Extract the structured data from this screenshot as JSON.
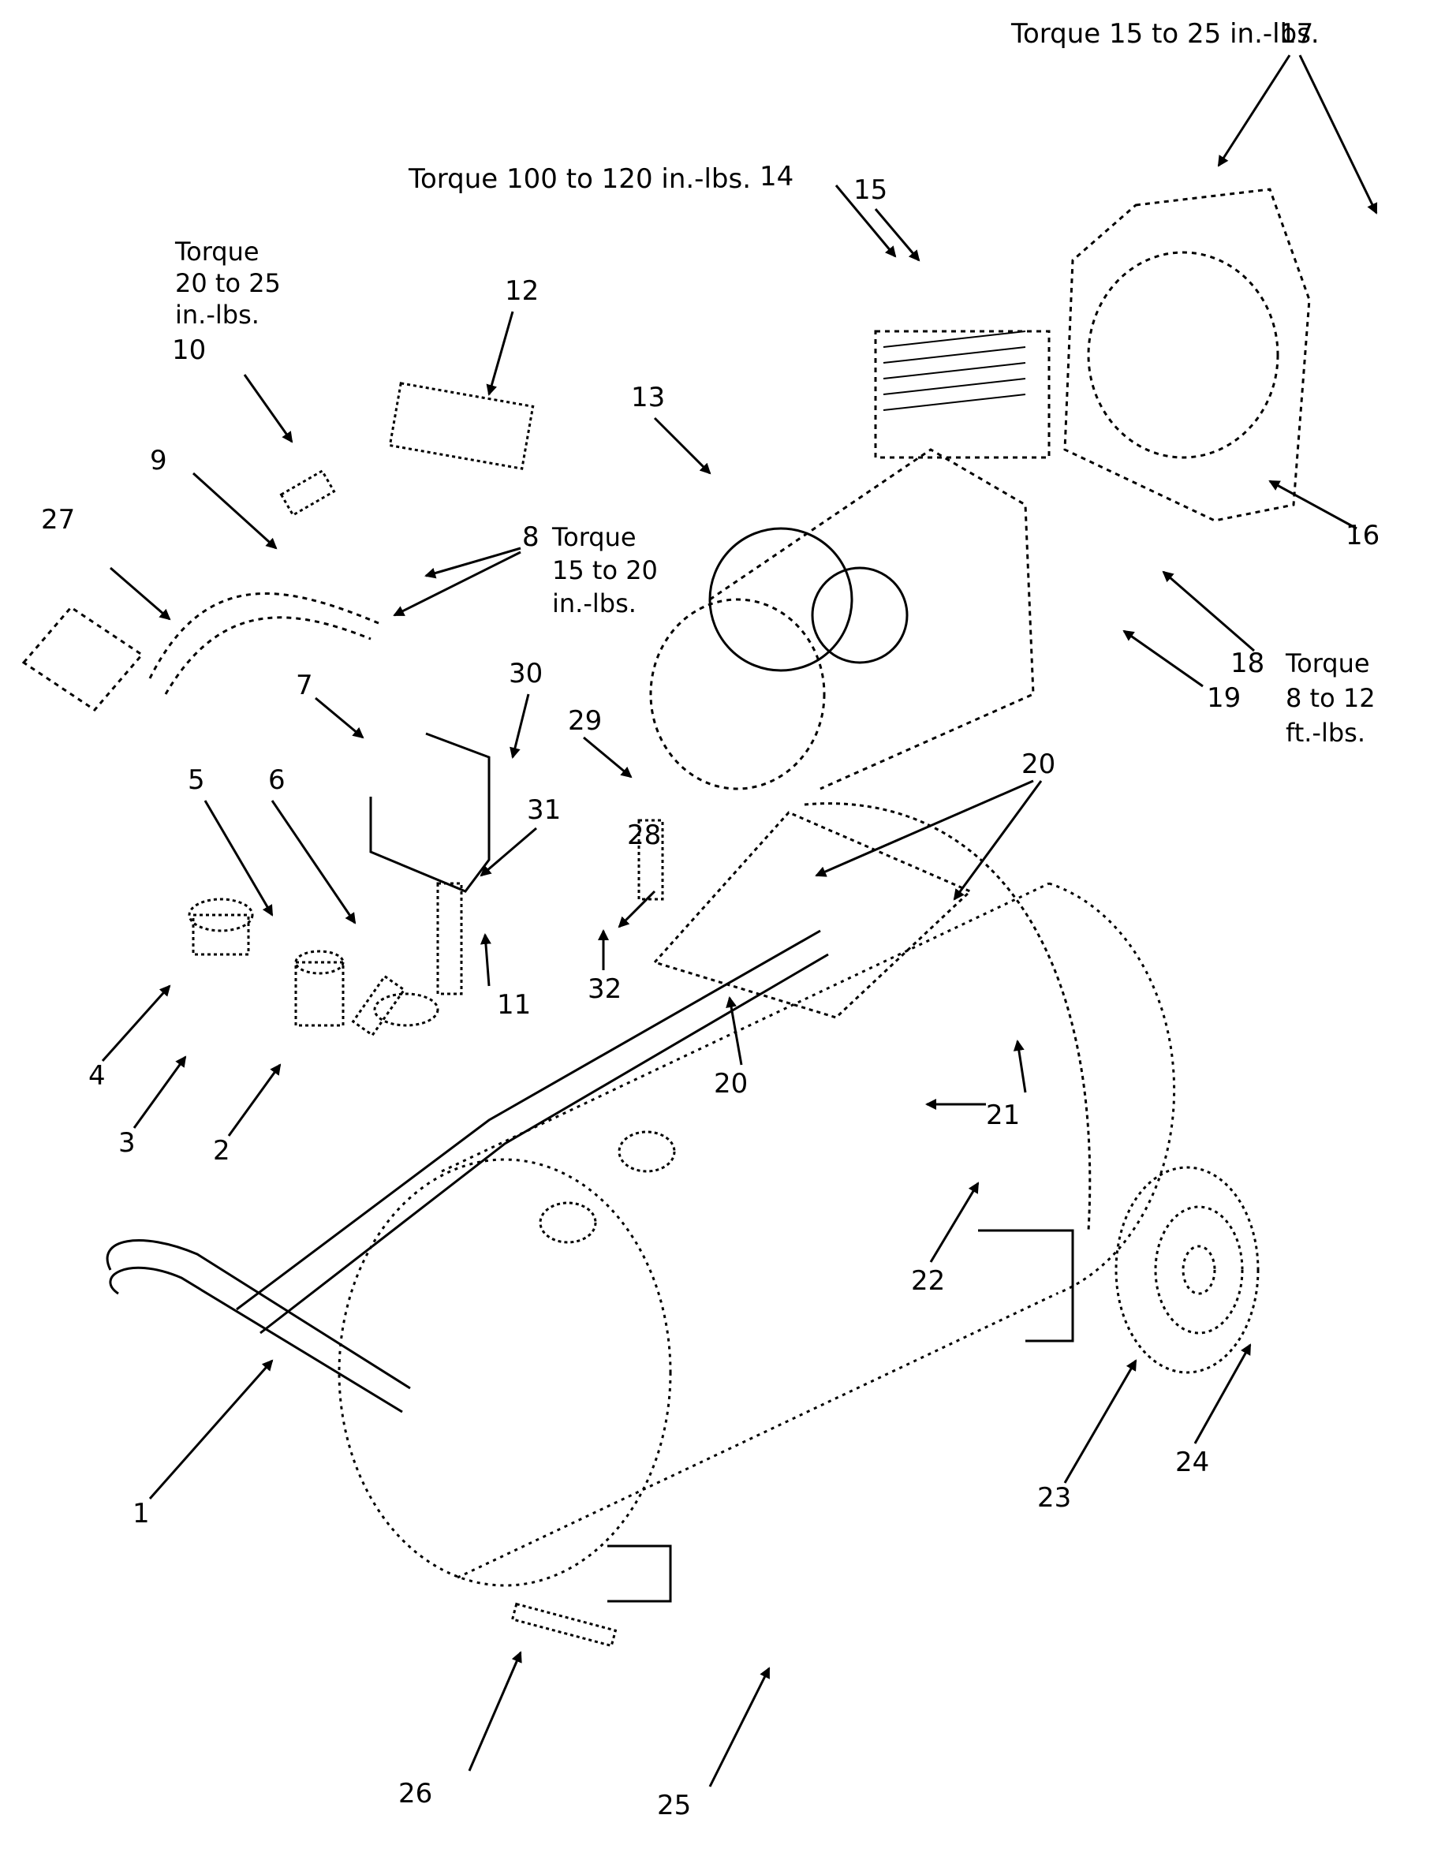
{
  "diagram": {
    "title": "Air compressor exploded parts diagram",
    "colors": {
      "ink": "#000000",
      "background": "#ffffff"
    },
    "torque_notes": [
      {
        "id": "note-17",
        "text": "Torque 15 to 25 in.-lbs.",
        "part": "17"
      },
      {
        "id": "note-14",
        "text": "Torque 100 to 120 in.-lbs.",
        "part": "14"
      },
      {
        "id": "note-10",
        "lines": [
          "Torque",
          "20 to 25",
          "in.-lbs."
        ],
        "part": "10"
      },
      {
        "id": "note-8",
        "lines": [
          "Torque",
          "15 to 20",
          "in.-lbs."
        ],
        "part": "8"
      },
      {
        "id": "note-18",
        "lines": [
          "Torque",
          "8 to 12",
          "ft.-lbs."
        ],
        "part": "18"
      }
    ],
    "part_labels": [
      "1",
      "2",
      "3",
      "4",
      "5",
      "6",
      "7",
      "8",
      "9",
      "10",
      "11",
      "12",
      "13",
      "14",
      "15",
      "16",
      "17",
      "18",
      "19",
      "20",
      "20",
      "21",
      "22",
      "23",
      "24",
      "25",
      "26",
      "27",
      "28",
      "29",
      "30",
      "31",
      "32"
    ]
  }
}
